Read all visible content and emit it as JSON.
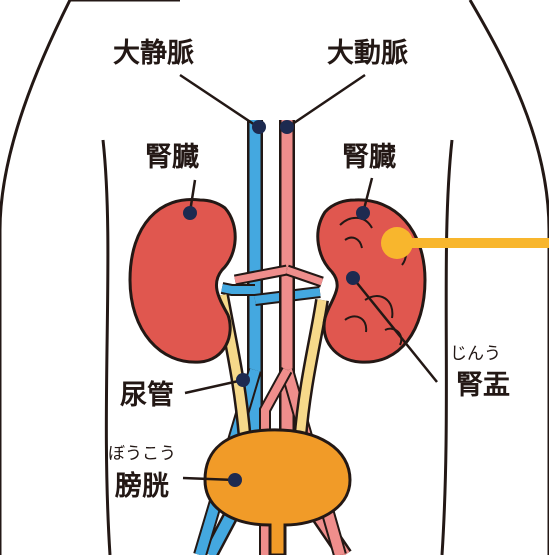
{
  "labels": {
    "vena_cava": "大静脈",
    "aorta": "大動脈",
    "kidney_left": "腎臓",
    "kidney_right": "腎臓",
    "ureter": "尿管",
    "bladder_reading": "ぼうこう",
    "bladder": "膀胱",
    "pelvis_reading": "じんう",
    "pelvis": "腎盂"
  },
  "colors": {
    "skin": "#ffffff",
    "outline": "#231815",
    "kidney": "#e0574f",
    "vein": "#44a8e0",
    "artery": "#ef8e8c",
    "ureter": "#f6d98a",
    "bladder": "#f19b28",
    "pointer": "#f8b62d"
  }
}
